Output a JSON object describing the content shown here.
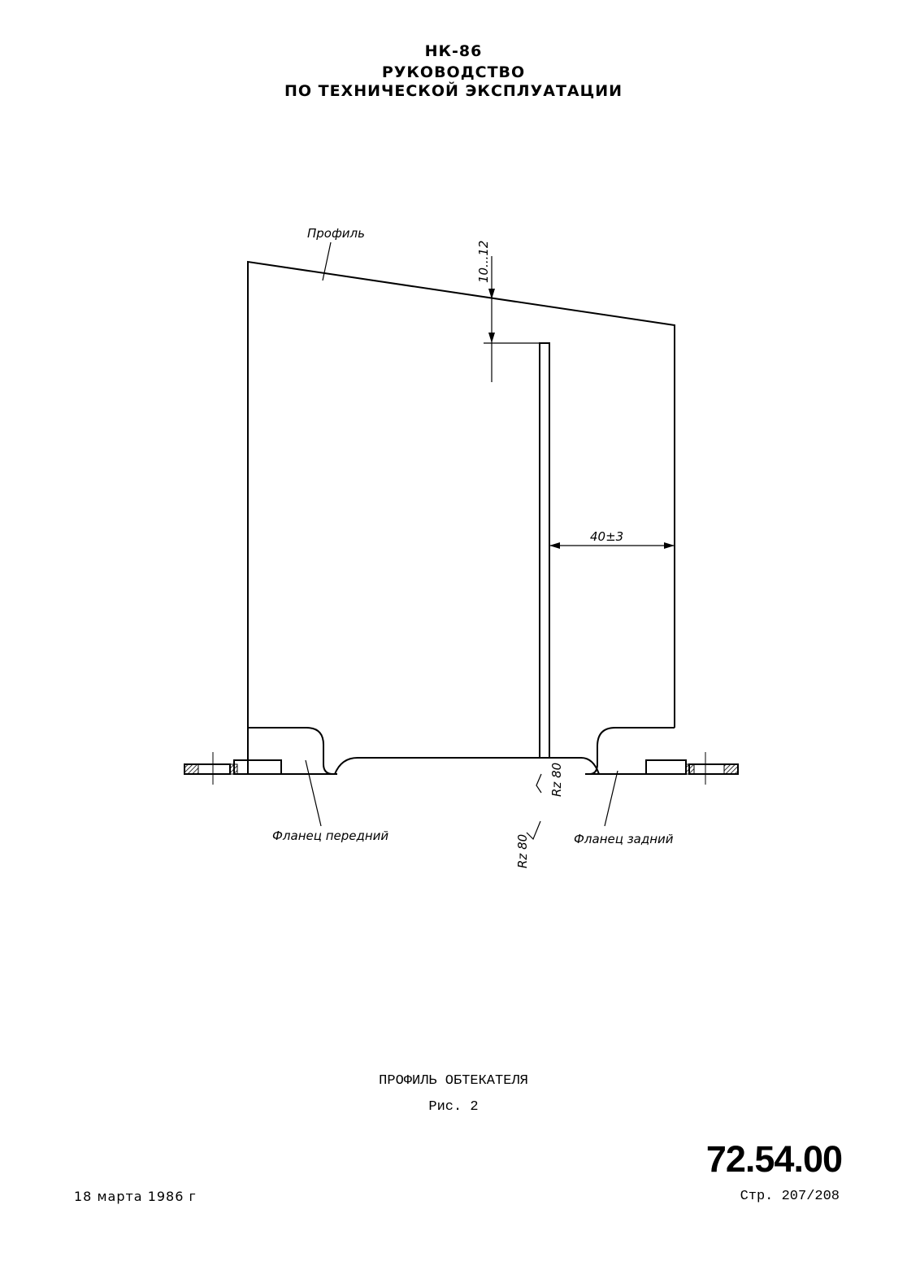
{
  "header": {
    "line1": "НК-86",
    "line2": "РУКОВОДСТВО",
    "line3": "ПО ТЕХНИЧЕСКОЙ ЭКСПЛУАТАЦИИ"
  },
  "figure": {
    "label_profile": "Профиль",
    "dim_top": "10...12",
    "dim_width": "40±3",
    "label_flange_front": "Фланец передний",
    "label_flange_rear": "Фланец задний",
    "roughness_1": "Rz 80",
    "roughness_2": "Rz 80"
  },
  "caption": {
    "title": "ПРОФИЛЬ ОБТЕКАТЕЛЯ",
    "fig": "Рис. 2"
  },
  "footer": {
    "code": "72.54.00",
    "date": "18 марта 1986 г",
    "page": "Стр. 207/208"
  }
}
